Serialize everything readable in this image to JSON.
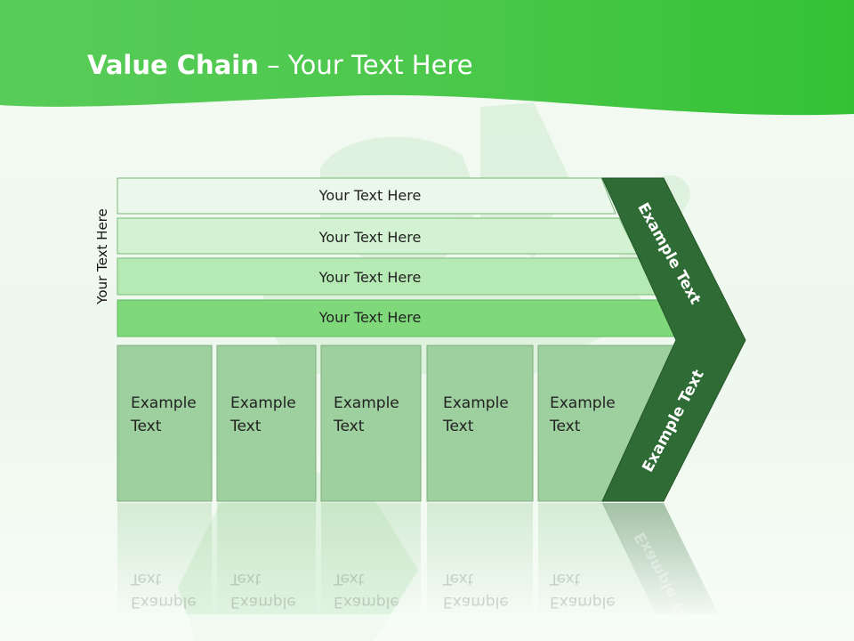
{
  "title": {
    "bold": "Value Chain",
    "rest": " – Your Text Here"
  },
  "side_label": "Your Text Here",
  "support_rows": [
    "Your Text Here",
    "Your Text Here",
    "Your Text Here",
    "Your Text Here"
  ],
  "primary_boxes": [
    {
      "line1": "Example",
      "line2": "Text"
    },
    {
      "line1": "Example",
      "line2": "Text"
    },
    {
      "line1": "Example",
      "line2": "Text"
    },
    {
      "line1": "Example",
      "line2": "Text"
    },
    {
      "line1": "Example",
      "line2": "Text"
    }
  ],
  "chevron_labels": {
    "upper": "Example Text",
    "lower": "Example Text"
  },
  "colors": {
    "header_green": "#3ec43e",
    "chevron_dark": "#2f6b35",
    "box_fill": "#9ecf9e",
    "row_fills": [
      "#eaf7ea",
      "#d3f2d1",
      "#b6eab4",
      "#7fd97a"
    ]
  }
}
